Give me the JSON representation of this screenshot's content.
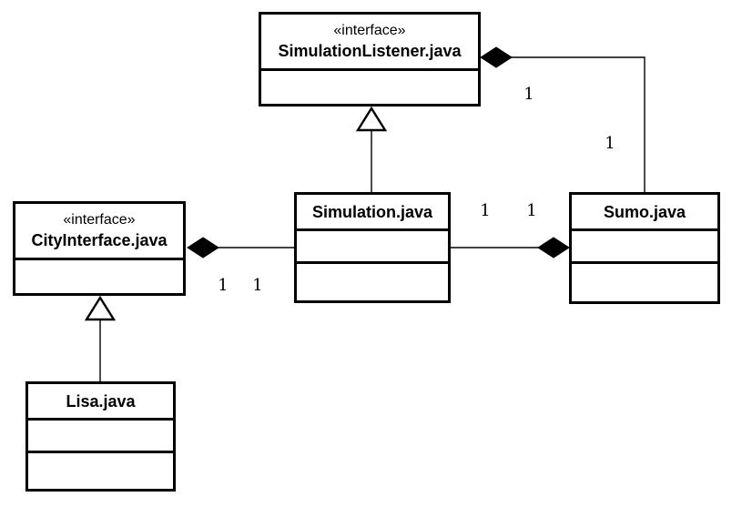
{
  "diagram": {
    "type": "uml-class-diagram",
    "classes": [
      {
        "stereotype": "«interface»",
        "name": "SimulationListener.java"
      },
      {
        "stereotype": "«interface»",
        "name": "CityInterface.java"
      },
      {
        "name": "Simulation.java"
      },
      {
        "name": "Sumo.java"
      },
      {
        "name": "Lisa.java"
      }
    ],
    "relationships": [
      {
        "type": "realization",
        "from": "Simulation.java",
        "to": "SimulationListener.java"
      },
      {
        "type": "realization",
        "from": "Lisa.java",
        "to": "CityInterface.java"
      },
      {
        "type": "composition",
        "diamond_end": "CityInterface.java",
        "other_end": "Simulation.java",
        "multiplicities": [
          "1",
          "1"
        ]
      },
      {
        "type": "composition",
        "diamond_end": "Sumo.java",
        "other_end": "Simulation.java",
        "multiplicities": [
          "1",
          "1"
        ]
      },
      {
        "type": "composition",
        "diamond_end": "SimulationListener.java",
        "other_end": "Sumo.java",
        "multiplicities": [
          "1",
          "1"
        ]
      }
    ]
  }
}
